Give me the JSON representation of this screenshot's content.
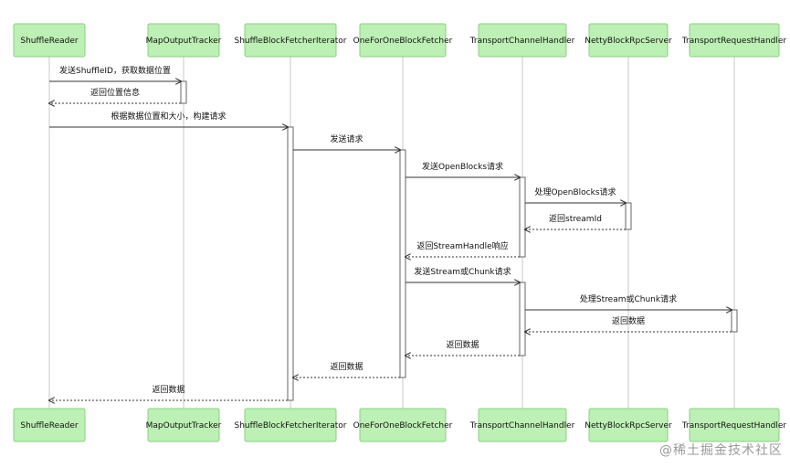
{
  "participants": [
    "ShuffleReader",
    "MapOutputTracker",
    "ShuffleBlockFetcherIterator",
    "OneForOneBlockFetcher",
    "TransportChannelHandler",
    "NettyBlockRpcServer",
    "TransportRequestHandler"
  ],
  "messages": [
    {
      "from": 0,
      "to": 1,
      "label": "发送ShuffleID，获取数据位置",
      "kind": "sync"
    },
    {
      "from": 1,
      "to": 0,
      "label": "返回位置信息",
      "kind": "reply"
    },
    {
      "from": 0,
      "to": 2,
      "label": "根据数据位置和大小，构建请求",
      "kind": "sync"
    },
    {
      "from": 2,
      "to": 3,
      "label": "发送请求",
      "kind": "sync"
    },
    {
      "from": 3,
      "to": 4,
      "label": "发送OpenBlocks请求",
      "kind": "sync"
    },
    {
      "from": 4,
      "to": 5,
      "label": "处理OpenBlocks请求",
      "kind": "sync"
    },
    {
      "from": 5,
      "to": 4,
      "label": "返回streamId",
      "kind": "reply"
    },
    {
      "from": 4,
      "to": 3,
      "label": "返回StreamHandle响应",
      "kind": "reply"
    },
    {
      "from": 3,
      "to": 4,
      "label": "发送Stream或Chunk请求",
      "kind": "sync"
    },
    {
      "from": 4,
      "to": 6,
      "label": "处理Stream或Chunk请求",
      "kind": "sync"
    },
    {
      "from": 6,
      "to": 4,
      "label": "返回数据",
      "kind": "reply"
    },
    {
      "from": 4,
      "to": 3,
      "label": "返回数据",
      "kind": "reply"
    },
    {
      "from": 3,
      "to": 2,
      "label": "返回数据",
      "kind": "reply"
    },
    {
      "from": 2,
      "to": 0,
      "label": "返回数据",
      "kind": "reply"
    }
  ],
  "watermark": "@稀土掘金技术社区"
}
